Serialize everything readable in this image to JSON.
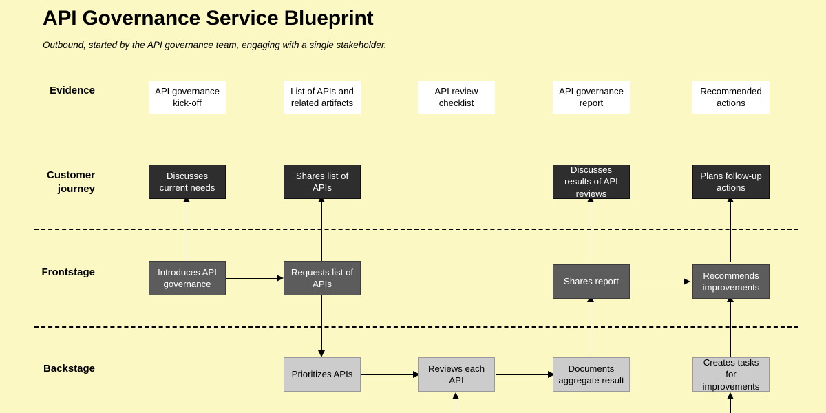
{
  "header": {
    "title": "API Governance Service Blueprint",
    "subtitle": "Outbound, started by the API governance team, engaging with a single stakeholder."
  },
  "rows": {
    "evidence": "Evidence",
    "journey_line1": "Customer",
    "journey_line2": "journey",
    "frontstage": "Frontstage",
    "backstage": "Backstage"
  },
  "colors": {
    "background": "#fbf8c3",
    "evidence_fill": "#ffffff",
    "journey_fill": "#2e2e2e",
    "frontstage_fill": "#5c5c5c",
    "backstage_fill": "#cccccc",
    "connector": "#000000"
  },
  "evidence": [
    {
      "label": "API governance kick-off"
    },
    {
      "label": "List of APIs and related artifacts"
    },
    {
      "label": "API review checklist"
    },
    {
      "label": "API governance report"
    },
    {
      "label": "Recommended actions"
    }
  ],
  "journey": [
    {
      "label": "Discusses current needs"
    },
    {
      "label": "Shares list of APIs"
    },
    {
      "label": "Discusses results of API reviews"
    },
    {
      "label": "Plans follow-up actions"
    }
  ],
  "frontstage": [
    {
      "label": "Introduces API governance"
    },
    {
      "label": "Requests list of APIs"
    },
    {
      "label": "Shares report"
    },
    {
      "label": "Recommends improvements"
    }
  ],
  "backstage": [
    {
      "label": "Prioritizes APIs"
    },
    {
      "label": "Reviews each API"
    },
    {
      "label": "Documents aggregate result"
    },
    {
      "label": "Creates tasks for improvements"
    }
  ]
}
